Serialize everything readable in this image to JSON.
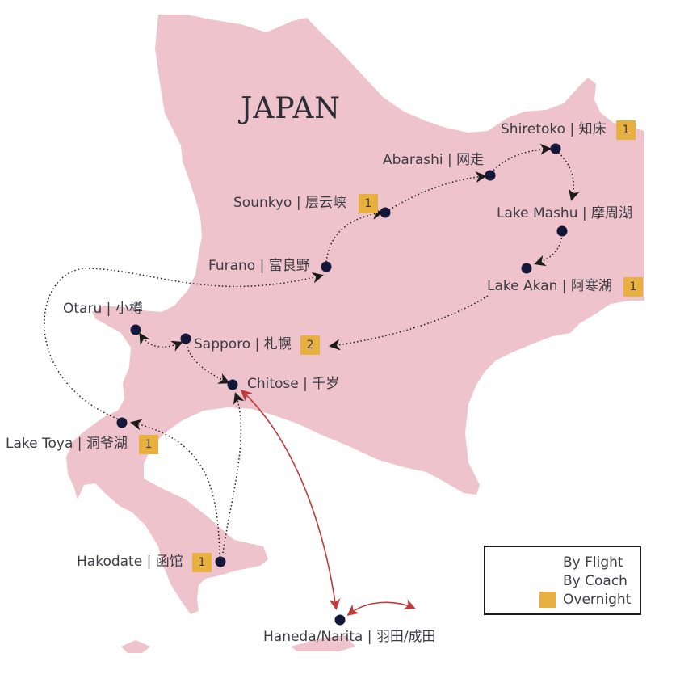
{
  "title": "JAPAN",
  "colors": {
    "land": "#efc3cb",
    "flight": "#c03a3a",
    "coach": "#1a1a1a",
    "stop": "#13183a",
    "overnight": "#e8b03f"
  },
  "stops": [
    {
      "id": "shiretoko",
      "label": "Shiretoko | 知床",
      "nights": "1"
    },
    {
      "id": "abarashi",
      "label": "Abarashi | 网走",
      "nights": ""
    },
    {
      "id": "sounkyo",
      "label": "Sounkyo | 层云峡",
      "nights": "1"
    },
    {
      "id": "lake-mashu",
      "label": "Lake Mashu | 摩周湖",
      "nights": ""
    },
    {
      "id": "furano",
      "label": "Furano | 富良野",
      "nights": ""
    },
    {
      "id": "lake-akan",
      "label": "Lake Akan | 阿寒湖",
      "nights": "1"
    },
    {
      "id": "otaru",
      "label": "Otaru | 小樽",
      "nights": ""
    },
    {
      "id": "sapporo",
      "label": "Sapporo | 札幌",
      "nights": "2"
    },
    {
      "id": "chitose",
      "label": "Chitose | 千岁",
      "nights": ""
    },
    {
      "id": "lake-toya",
      "label": "Lake Toya | 洞爷湖",
      "nights": "1"
    },
    {
      "id": "hakodate",
      "label": "Hakodate | 函馆",
      "nights": "1"
    },
    {
      "id": "haneda-narita",
      "label": "Haneda/Narita | 羽田/成田",
      "nights": ""
    }
  ],
  "legend": {
    "flight": "By Flight",
    "coach": "By Coach",
    "overnight": "Overnight"
  }
}
